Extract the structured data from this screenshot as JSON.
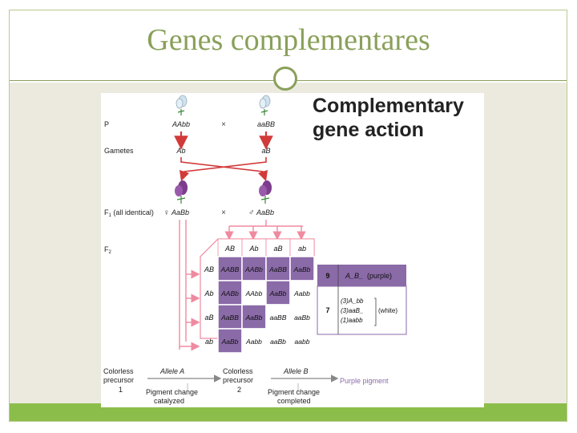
{
  "slide": {
    "title": "Genes complementares"
  },
  "figure": {
    "heading_line1": "Complementary",
    "heading_line2": "gene action",
    "row_labels": {
      "p": "P",
      "gametes": "Gametes",
      "f1_a": "F",
      "f1_sub": "1",
      "f1_b": " (all identical)",
      "f2": "F",
      "f2_sub": "2"
    },
    "parents": {
      "left": "AAbb",
      "cross": "×",
      "right": "aaBB"
    },
    "gametes": {
      "left": "Ab",
      "right": "aB"
    },
    "f1": {
      "female_symbol": "♀",
      "left": "AaBb",
      "cross": "×",
      "male_symbol": "♂",
      "right": "AaBb"
    },
    "punnett": {
      "col_headers": [
        "AB",
        "Ab",
        "aB",
        "ab"
      ],
      "row_headers": [
        "AB",
        "Ab",
        "aB",
        "ab"
      ],
      "cells": [
        [
          "AABB",
          "AABb",
          "AaBB",
          "AaBb"
        ],
        [
          "AABb",
          "AAbb",
          "AaBb",
          "Aabb"
        ],
        [
          "AaBB",
          "AaBb",
          "aaBB",
          "aaBb"
        ],
        [
          "AaBb",
          "Aabb",
          "aaBb",
          "aabb"
        ]
      ],
      "purple": [
        [
          true,
          true,
          true,
          true
        ],
        [
          true,
          false,
          true,
          false
        ],
        [
          true,
          true,
          false,
          false
        ],
        [
          true,
          false,
          false,
          false
        ]
      ]
    },
    "ratio": {
      "purple_count": "9",
      "purple_genotype": "A_B_",
      "purple_label": "(purple)",
      "white_count": "7",
      "white_lines": [
        "(3)A_bb",
        "(3)aaB_",
        "(1)aabb"
      ],
      "white_label": "(white)"
    },
    "pathway": {
      "start_line1": "Colorless",
      "start_line2": "precursor",
      "start_num": "1",
      "allele_a": "Allele A",
      "step1_line1": "Pigment change",
      "step1_line2": "catalyzed",
      "mid_line1": "Colorless",
      "mid_line2": "precursor",
      "mid_num": "2",
      "allele_b": "Allele B",
      "step2_line1": "Pigment change",
      "step2_line2": "completed",
      "end": "Purple pigment"
    },
    "colors": {
      "purple": "#8b6aa8",
      "arrow_red": "#d23a3a",
      "pink_arrow": "#f08aa0",
      "light_flower": "#cfe3f0",
      "dark_flower": "#7b3d8c"
    }
  }
}
